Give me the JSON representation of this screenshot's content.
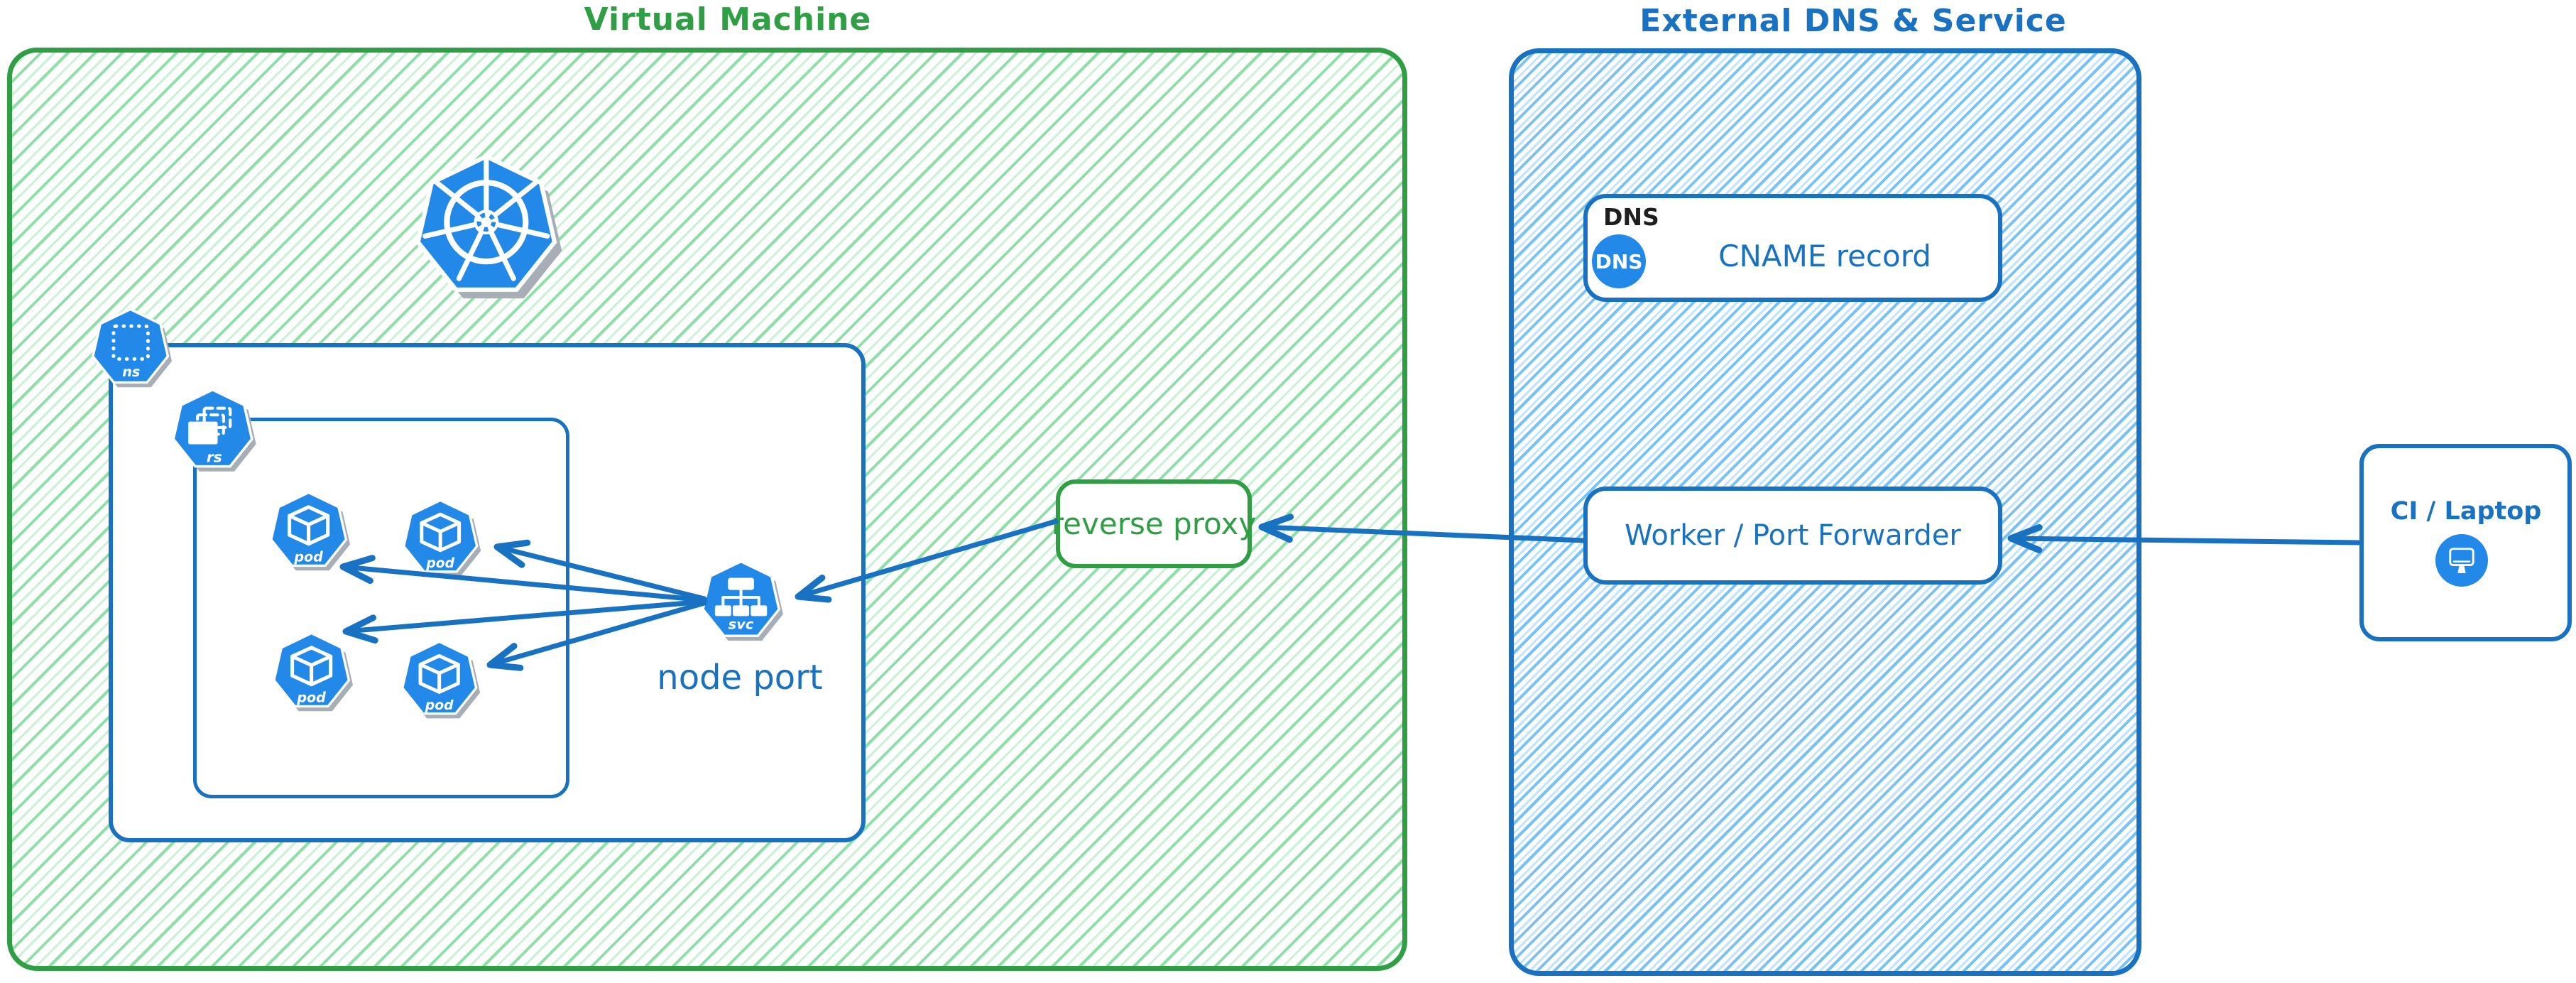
{
  "colors": {
    "green": "#2f9e44",
    "green_hatch": "#8fe0a6",
    "green_hatch2": "#c9f1d5",
    "blue": "#1971c2",
    "blue_hatch": "#79c2f8",
    "blue_hatch2": "#c2e4fc",
    "icon_blue": "#2389e8",
    "icon_shadow": "#a8aeb5",
    "ink": "#1e1e1e"
  },
  "vm": {
    "title": "Virtual Machine"
  },
  "external": {
    "title": "External DNS & Service"
  },
  "namespace": {
    "label": "ns"
  },
  "replicaset": {
    "label": "rs"
  },
  "pods": [
    "pod",
    "pod",
    "pod",
    "pod"
  ],
  "service": {
    "label": "svc",
    "caption": "node port"
  },
  "reverse_proxy": {
    "label": "reverse proxy"
  },
  "dns_card": {
    "tag": "DNS",
    "icon_text": "DNS",
    "label": "CNAME record"
  },
  "worker": {
    "label": "Worker / Port Forwarder"
  },
  "ci": {
    "label": "CI / Laptop"
  }
}
